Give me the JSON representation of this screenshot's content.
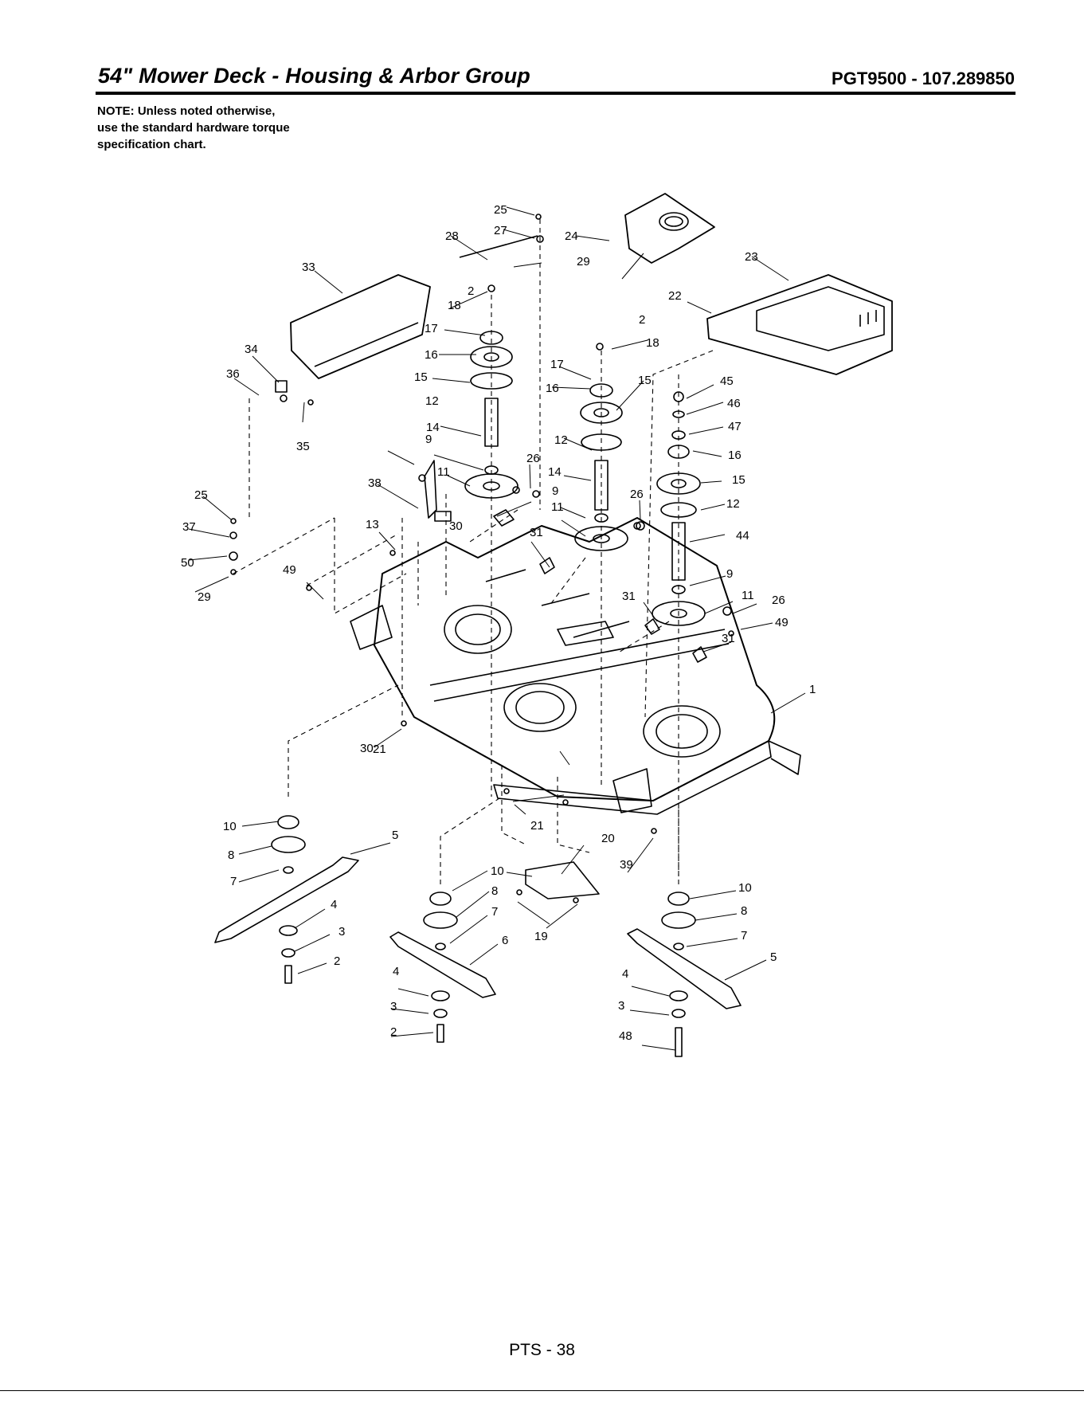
{
  "header": {
    "title": "54\" Mower Deck - Housing & Arbor Group",
    "model": "PGT9500 - 107.289850"
  },
  "note": [
    "NOTE: Unless noted otherwise,",
    "use the standard hardware torque",
    "specification chart."
  ],
  "footer": {
    "page": "PTS - 38"
  },
  "callouts": [
    "1",
    "2",
    "2",
    "2",
    "2",
    "3",
    "3",
    "3",
    "4",
    "4",
    "4",
    "5",
    "5",
    "6",
    "7",
    "7",
    "7",
    "8",
    "8",
    "8",
    "9",
    "9",
    "9",
    "10",
    "10",
    "10",
    "11",
    "11",
    "11",
    "12",
    "12",
    "12",
    "13",
    "14",
    "14",
    "15",
    "15",
    "15",
    "16",
    "16",
    "16",
    "17",
    "17",
    "18",
    "18",
    "19",
    "20",
    "21",
    "21",
    "22",
    "23",
    "24",
    "25",
    "25",
    "26",
    "26",
    "26",
    "27",
    "28",
    "29",
    "29",
    "30",
    "30",
    "31",
    "31",
    "31",
    "33",
    "34",
    "35",
    "36",
    "37",
    "38",
    "39",
    "44",
    "45",
    "46",
    "47",
    "48",
    "49",
    "49",
    "50"
  ]
}
